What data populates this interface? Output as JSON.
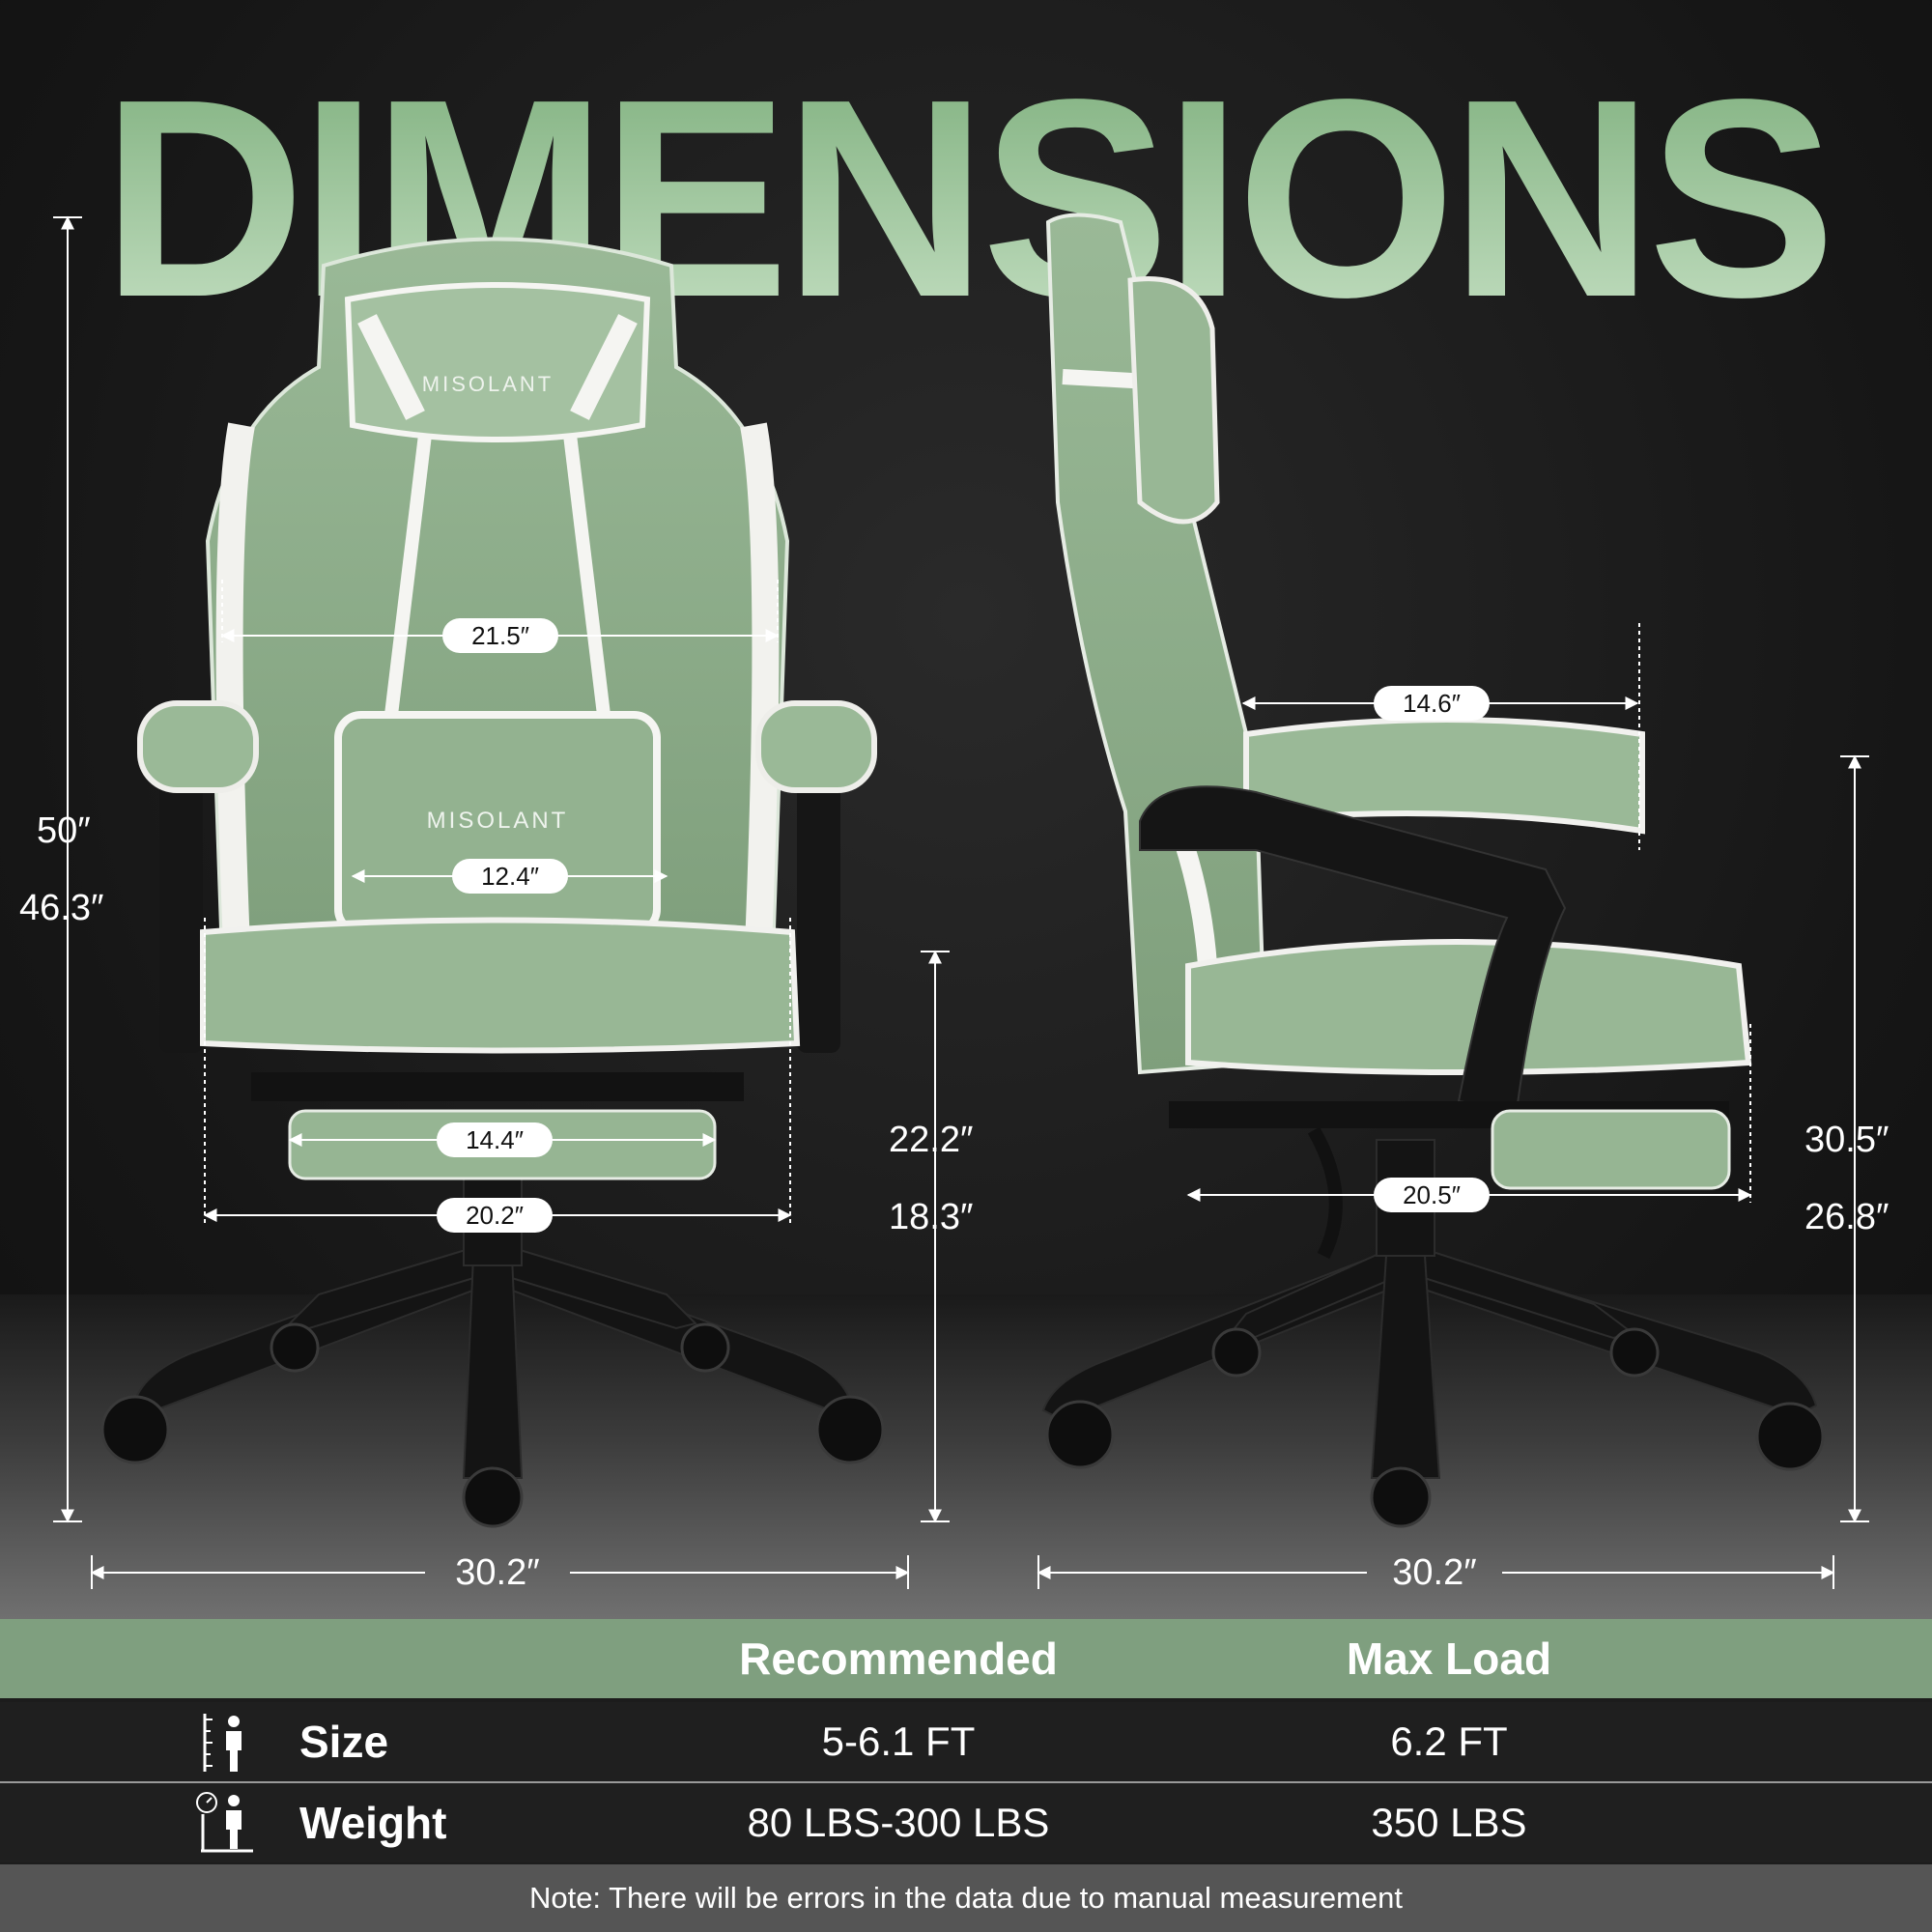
{
  "headline": "DIMENSIONS",
  "brand": "MISOLANT",
  "front_view": {
    "total_height": "50″",
    "total_height_low": "46.3″",
    "backrest_width": "21.5″",
    "lumbar_width": "12.4″",
    "footrest_width": "14.4″",
    "seat_width": "20.2″",
    "seat_height": "22.2″",
    "seat_height_low": "18.3″",
    "base_width": "30.2″"
  },
  "side_view": {
    "armrest_depth": "14.6″",
    "seat_depth": "20.5″",
    "armrest_height": "30.5″",
    "armrest_height_low": "26.8″",
    "base_width": "30.2″"
  },
  "table": {
    "col_recommended": "Recommended",
    "col_max_load": "Max Load",
    "rows": [
      {
        "icon": "height-person-icon",
        "label": "Size",
        "recommended": "5-6.1 FT",
        "max_load": "6.2 FT"
      },
      {
        "icon": "scale-person-icon",
        "label": "Weight",
        "recommended": "80 LBS-300 LBS",
        "max_load": "350 LBS"
      }
    ]
  },
  "note": "Note: There will be errors in the data due to manual measurement",
  "colors": {
    "chair_green": "#8fae8c",
    "header_bar": "#7f9f7f",
    "background": "#1c1c1c"
  }
}
